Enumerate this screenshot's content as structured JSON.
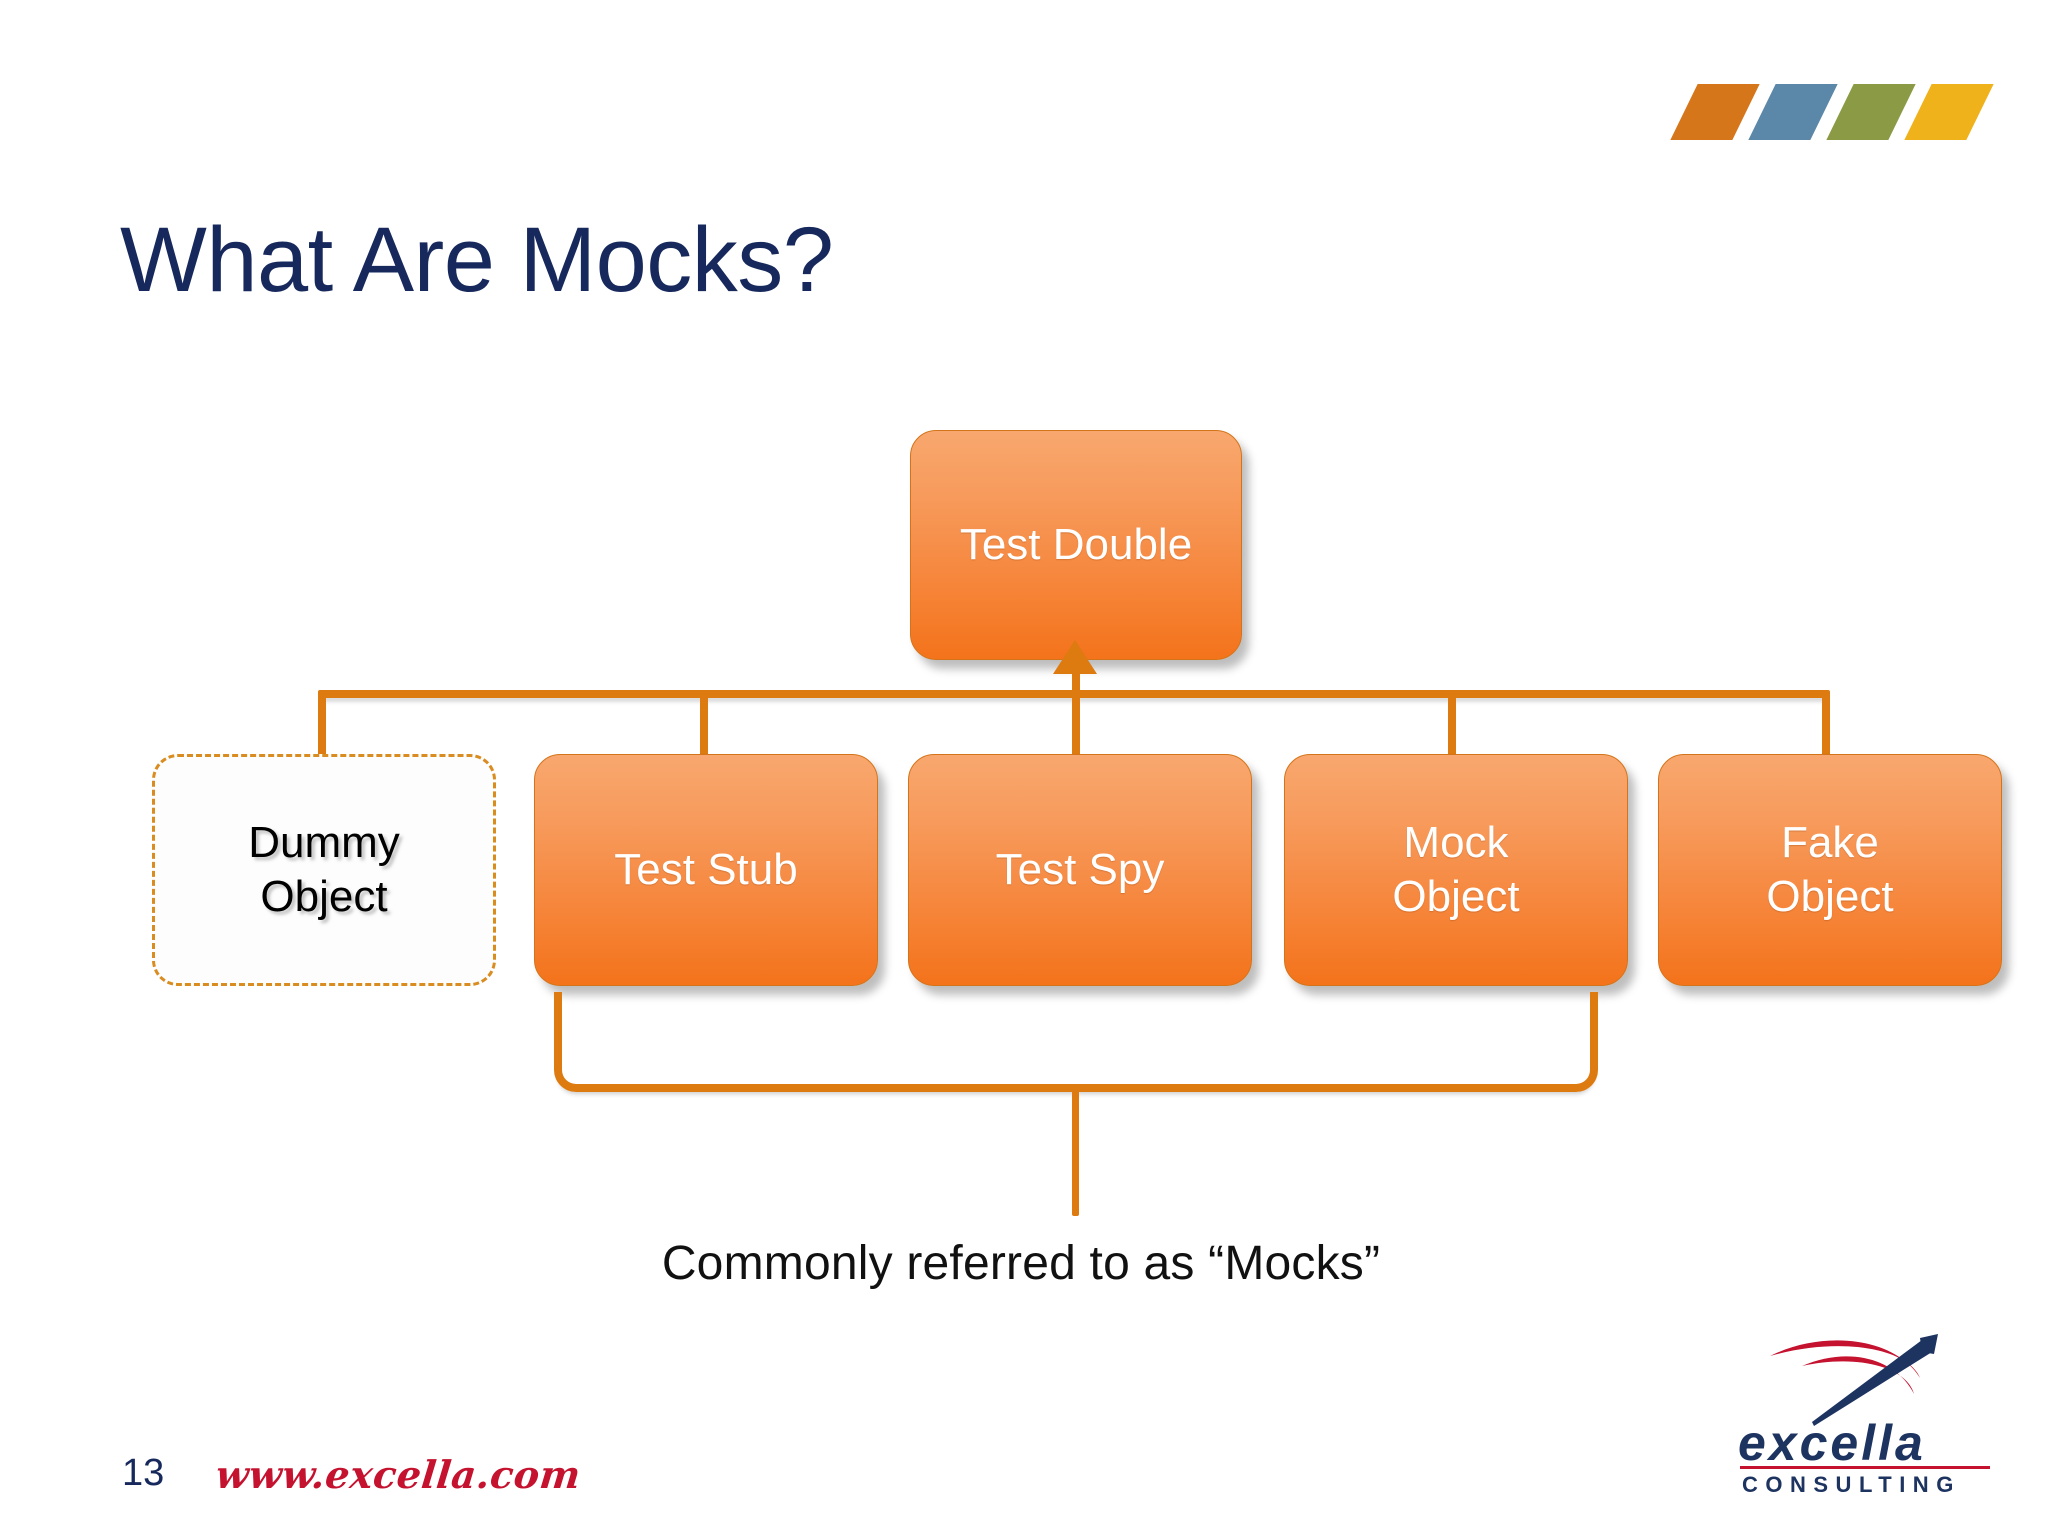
{
  "slide": {
    "title": "What Are Mocks?",
    "page_number": "13",
    "website": "www.excella.com",
    "caption": "Commonly referred to as “Mocks”"
  },
  "brand": {
    "stripe_colors": [
      "#d5761b",
      "#5b87a8",
      "#8b9b45",
      "#f0b21a"
    ],
    "title_color": "#17295c",
    "accent_orange": "#dd7a10",
    "node_fill_top": "#f8a76e",
    "node_fill_bottom": "#f4731b",
    "node_border": "#d4741a",
    "dummy_border": "#d98c20",
    "logo_red": "#c4122f",
    "logo_navy": "#1d3461"
  },
  "logo": {
    "wordmark": "excella",
    "tagline": "CONSULTING"
  },
  "diagram": {
    "type": "hierarchy",
    "root": {
      "id": "test-double",
      "label": "Test Double",
      "style": "filled"
    },
    "children": [
      {
        "id": "dummy-object",
        "label": "Dummy\nObject",
        "line1": "Dummy",
        "line2": "Object",
        "style": "dashed-outline"
      },
      {
        "id": "test-stub",
        "label": "Test Stub",
        "line1": "Test Stub",
        "line2": "",
        "style": "filled"
      },
      {
        "id": "test-spy",
        "label": "Test Spy",
        "line1": "Test Spy",
        "line2": "",
        "style": "filled"
      },
      {
        "id": "mock-object",
        "label": "Mock\nObject",
        "line1": "Mock",
        "line2": "Object",
        "style": "filled"
      },
      {
        "id": "fake-object",
        "label": "Fake\nObject",
        "line1": "Fake",
        "line2": "Object",
        "style": "filled"
      }
    ],
    "grouping": {
      "members": [
        "test-stub",
        "test-spy",
        "mock-object"
      ],
      "label": "Commonly referred to as “Mocks”"
    }
  }
}
